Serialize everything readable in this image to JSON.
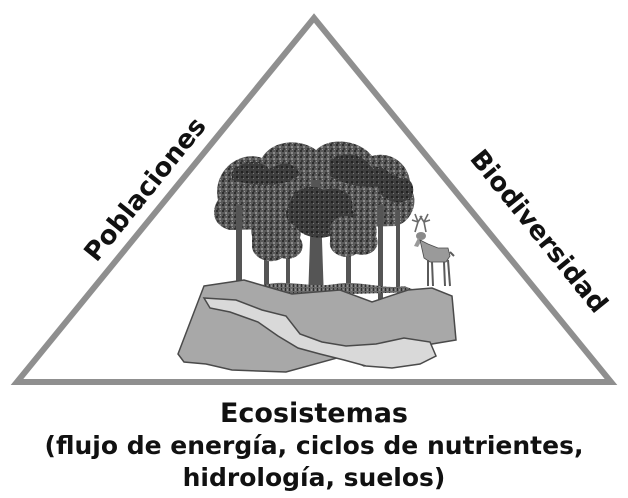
{
  "diagram": {
    "labels": {
      "left": "Poblaciones",
      "right": "Biodiversidad",
      "bottom_title": "Ecosistemas",
      "bottom_line1": "(flujo de energía, ciclos de nutrientes,",
      "bottom_line2": "hidrología, suelos)"
    },
    "colors": {
      "triangle_stroke": "#8f8f8f",
      "land_light": "#d9d9d9",
      "land_dark": "#a8a8a8",
      "foliage_dark": "#3c3c3c",
      "foliage_mid": "#6e6e6e",
      "trunk": "#555555",
      "text": "#111111"
    },
    "icons": {
      "scene": "forest-landscape-illustration",
      "animal": "deer-icon"
    }
  }
}
